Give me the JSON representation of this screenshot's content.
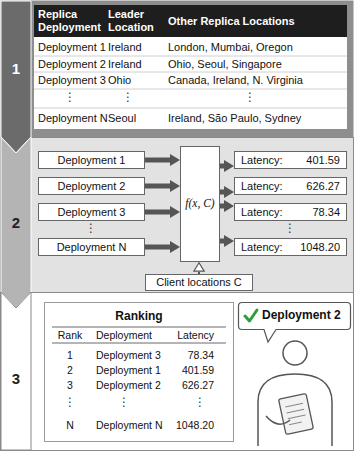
{
  "diagram": {
    "nodes": [
      {
        "text": [
          "1"
        ]
      },
      {
        "text": [
          "2"
        ]
      },
      {
        "text": [
          "3"
        ]
      },
      {
        "text": [
          "Deployment 1"
        ]
      },
      {
        "text": [
          "Deployment 2"
        ]
      },
      {
        "text": [
          "Deployment 3"
        ]
      },
      {
        "text": [
          "Deployment N"
        ]
      },
      {
        "text": [
          "f(x, C)"
        ]
      },
      {
        "text": [
          "Latency:",
          "401.59"
        ]
      },
      {
        "text": [
          "Latency:",
          "626.27"
        ]
      },
      {
        "text": [
          "Latency:",
          "78.34"
        ]
      },
      {
        "text": [
          "Latency:",
          "1048.20"
        ]
      },
      {
        "text": [
          "Client locations C"
        ]
      },
      {
        "text": [
          "Ranking"
        ]
      },
      {
        "text": [
          "Deployment 2"
        ]
      }
    ],
    "edges": [
      {
        "from": 3,
        "to": 7,
        "arrow": "to"
      },
      {
        "from": 4,
        "to": 7,
        "arrow": "to"
      },
      {
        "from": 5,
        "to": 7,
        "arrow": "to"
      },
      {
        "from": 6,
        "to": 7,
        "arrow": "to"
      },
      {
        "from": 7,
        "to": 8,
        "arrow": "to"
      },
      {
        "from": 7,
        "to": 9,
        "arrow": "to"
      },
      {
        "from": 7,
        "to": 10,
        "arrow": "to"
      },
      {
        "from": 7,
        "to": 11,
        "arrow": "to"
      },
      {
        "from": 12,
        "to": 7,
        "arrow": "to"
      }
    ],
    "labels": [
      "Replica Deployment",
      "Leader Location",
      "Other Replica Locations",
      "Deployment 1",
      "Ireland",
      "London, Mumbai, Oregon",
      "Deployment 2",
      "Ireland",
      "Ohio, Seoul, Singapore",
      "Deployment 3",
      "Ohio",
      "Canada, Ireland, N. Virginia",
      "⋮",
      "⋮",
      "⋮",
      "Deployment N",
      "Seoul",
      "Ireland, São Paulo, Sydney",
      "⋮",
      "⋮",
      "Rank",
      "Deployment",
      "Latency",
      "1",
      "Deployment 3",
      "78.34",
      "2",
      "Deployment 1",
      "401.59",
      "3",
      "Deployment 2",
      "626.27",
      "⋮",
      "⋮",
      "⋮",
      "N",
      "Deployment N",
      "1048.20"
    ]
  }
}
